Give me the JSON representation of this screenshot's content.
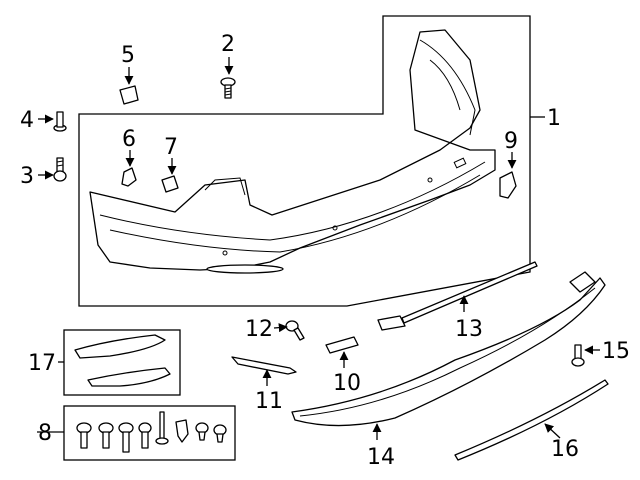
{
  "callouts": [
    "1",
    "2",
    "3",
    "4",
    "5",
    "6",
    "7",
    "8",
    "9",
    "10",
    "11",
    "12",
    "13",
    "14",
    "15",
    "16",
    "17"
  ],
  "icons": {
    "bumper_cover": "bumper-cover-icon",
    "bolt": "bolt-icon",
    "clip": "clip-icon",
    "bracket": "bracket-icon",
    "reflector": "reflector-icon",
    "wire": "wiring-harness-icon",
    "valance": "valance-icon",
    "molding": "molding-icon"
  },
  "colors": {
    "line": "#000000",
    "background": "#ffffff"
  }
}
